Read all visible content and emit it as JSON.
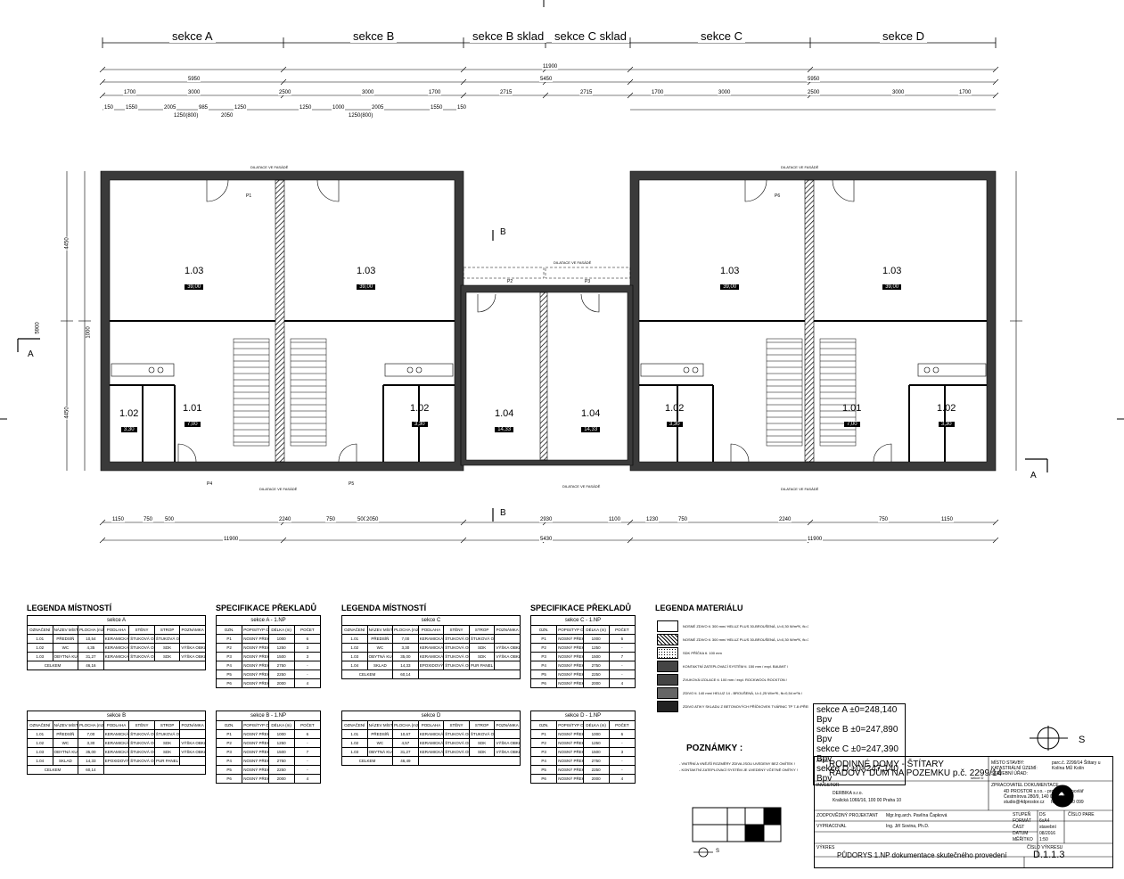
{
  "sections": [
    "sekce A",
    "sekce B",
    "sekce B sklad",
    "sekce C sklad",
    "sekce C",
    "sekce D"
  ],
  "dims": {
    "overall_top": "11900",
    "half_top": [
      "5950",
      "5450",
      "5950"
    ],
    "row3_left": [
      "1700",
      "3000",
      "2500",
      "3000",
      "1700"
    ],
    "row3_mid": [
      "2715",
      "2715"
    ],
    "row3_right": [
      "1700",
      "3000",
      "2500",
      "3000",
      "1700"
    ],
    "row4_left": [
      "150",
      "1550",
      "2005",
      "985",
      "1250",
      "1250",
      "1000",
      "2005",
      "1550",
      "150"
    ],
    "row4_sub": [
      "1250(800)",
      "2050",
      "1250(800)"
    ],
    "bottom_overall": [
      "11900",
      "5430",
      "11900"
    ],
    "bottom_row": [
      "1150",
      "750",
      "500",
      "2240",
      "750",
      "500",
      "2050",
      "2930",
      "1100",
      "1230",
      "750",
      "2240",
      "750",
      "1150"
    ],
    "left_vertical": [
      "4450",
      "5900",
      "1000",
      "4450"
    ]
  },
  "rooms": [
    {
      "num": "1.03",
      "area": "39,00"
    },
    {
      "num": "1.03",
      "area": "39,00"
    },
    {
      "num": "1.03",
      "area": "39,00"
    },
    {
      "num": "1.03",
      "area": "39,00"
    },
    {
      "num": "1.01",
      "area": "7,00"
    },
    {
      "num": "1.02",
      "area": "3,30"
    },
    {
      "num": "1.02",
      "area": "3,30"
    },
    {
      "num": "1.04",
      "area": "14,33"
    },
    {
      "num": "1.04",
      "area": "14,33"
    },
    {
      "num": "1.02",
      "area": "3,30"
    },
    {
      "num": "1.01",
      "area": "7,00"
    },
    {
      "num": "1.02",
      "area": "3,30"
    }
  ],
  "annotations": {
    "dilatace": [
      "DILATACE VE FASÁDĚ",
      "DILATACE VE FASÁDĚ",
      "DILATACE VE FASÁDĚ",
      "DILATACE VE FASÁDĚ",
      "DILATACE VE FASÁDĚ",
      "DILATACE VE FASÁDĚ"
    ],
    "lintels": [
      "P1",
      "P2",
      "P3",
      "P4",
      "P5",
      "P6"
    ],
    "section_marks": [
      "A",
      "A",
      "B",
      "B"
    ]
  },
  "legend_rooms": {
    "title": "LEGENDA MÍSTNOSTÍ",
    "headers": [
      "OZNAČENÍ",
      "NÁZEV MÍSTNOSTI",
      "PLOCHA (m2)",
      "PODLAHA",
      "STĚNY",
      "STROP",
      "POZNÁMKA"
    ],
    "tables": [
      {
        "caption": "sekce A",
        "rows": [
          [
            "1.01",
            "PŘEDSÍŇ",
            "10,54",
            "KERAMICKÁ DLAŽBA /F1/",
            "ŠTUKOVÁ OMÍTKA",
            "ŠTUKOVÁ OMÍTKA VÁPEN. SDK",
            ""
          ],
          [
            "1.02",
            "WC",
            "4,35",
            "KERAMICKÁ DLAŽBA /F1/",
            "ŠTUKOVÁ OMÍTKA KERAMICKÝ OBKLAD",
            "SDK",
            "VÝŠKA OBKLADU 2,0 m"
          ],
          [
            "1.03",
            "OBYTNÁ KUCHYNĚ",
            "31,27",
            "KERAMICKÁ DL. /F1/ LAMINÁTOVÁ /F4/",
            "ŠTUKOVÁ OMÍTKA KERAMICKÝ OBKLAD",
            "SDK",
            "VÝŠKA OBKLADU 2,0 m"
          ]
        ],
        "total": [
          "CELKEM",
          "46,16"
        ]
      },
      {
        "caption": "sekce B",
        "rows": [
          [
            "1.01",
            "PŘEDSÍŇ",
            "7,00",
            "KERAMICKÁ DLAŽBA /F1/",
            "ŠTUKOVÁ OMÍTKA",
            "ŠTUKOVÁ OMÍTKA VÁPEN. SDK",
            ""
          ],
          [
            "1.02",
            "WC",
            "3,30",
            "KERAMICKÁ DLAŽBA /F1/",
            "ŠTUKOVÁ OMÍTKA KERAMICKÝ OBKLAD",
            "SDK",
            "VÝŠKA OBKLADU 2,0 m"
          ],
          [
            "1.03",
            "OBYTNÁ KUCHYNĚ",
            "35,00",
            "KERAMICKÁ DL. /F1/ LAMINÁTOVÁ /F4/",
            "ŠTUKOVÁ OMÍTKA KERAMICKÝ OBKLAD",
            "SDK",
            "VÝŠKA OBKLADU 2,0 m"
          ],
          [
            "1.04",
            "SKLAD",
            "14,33",
            "EPOXIDOVÝ NÁTĚR /F2/",
            "ŠTUKOVÁ OMÍTKA",
            "PUR PANEL",
            ""
          ]
        ],
        "total": [
          "CELKEM",
          "60,14"
        ]
      },
      {
        "caption": "sekce C",
        "rows": [
          [
            "1.01",
            "PŘEDSÍŇ",
            "7,00",
            "KERAMICKÁ DLAŽBA /F1/",
            "ŠTUKOVÁ OMÍTKA",
            "ŠTUKOVÁ OMÍTKA VÁPEN. SDK",
            ""
          ],
          [
            "1.02",
            "WC",
            "3,30",
            "KERAMICKÁ DLAŽBA /F1/",
            "ŠTUKOVÁ OMÍTKA KERAMICKÝ OBKLAD",
            "SDK",
            "VÝŠKA OBKLADU 2,0 m"
          ],
          [
            "1.03",
            "OBYTNÁ KUCHYNĚ",
            "35,00",
            "KERAMICKÁ DL. /F1/ LAMINÁTOVÁ /F4/",
            "ŠTUKOVÁ OMÍTKA KERAMICKÝ OBKLAD",
            "SDK",
            "VÝŠKA OBKLADU 2,0 m"
          ],
          [
            "1.04",
            "SKLAD",
            "14,33",
            "EPOXIDOVÝ NÁTĚR /F2/",
            "ŠTUKOVÁ OMÍTKA",
            "PUR PANEL",
            ""
          ]
        ],
        "total": [
          "CELKEM",
          "60,14"
        ]
      },
      {
        "caption": "sekce D",
        "rows": [
          [
            "1.01",
            "PŘEDSÍŇ",
            "10,67",
            "KERAMICKÁ DLAŽBA /F1/",
            "ŠTUKOVÁ OMÍTKA",
            "ŠTUKOVÁ OMÍTKA VÁPEN. SDK",
            ""
          ],
          [
            "1.02",
            "WC",
            "4,57",
            "KERAMICKÁ DLAŽBA /F1/",
            "ŠTUKOVÁ OMÍTKA KERAMICKÝ OBKLAD",
            "SDK",
            "VÝŠKA OBKLADU 2,0 m"
          ],
          [
            "1.03",
            "OBYTNÁ KUCHYNĚ",
            "31,27",
            "KERAMICKÁ DL. /F1/ LAMINÁTOVÁ /F4/",
            "ŠTUKOVÁ OMÍTKA KERAMICKÝ OBKLAD",
            "SDK",
            "VÝŠKA OBKLADU 2,0 m"
          ]
        ],
        "total": [
          "CELKEM",
          "46,49"
        ]
      }
    ]
  },
  "legend_lintels": {
    "title": "SPECIFIKACE PŘEKLADŮ",
    "headers": [
      "OZN.",
      "POPIS/TYP OZN.",
      "DÉLKA (m)",
      "POČET"
    ],
    "tables": [
      {
        "caption": "sekce A - 1.NP",
        "rows": [
          [
            "P1",
            "NOSNÝ PŘEKLAD HELUZ 23,8",
            "1000",
            "6"
          ],
          [
            "P2",
            "NOSNÝ PŘEKLAD HELUZ 23,8",
            "1250",
            "3"
          ],
          [
            "P3",
            "NOSNÝ PŘEKLAD HELUZ 23,8",
            "1500",
            "3"
          ],
          [
            "P4",
            "NOSNÝ PŘEKLAD HELUZ 23,8",
            "2750",
            "-"
          ],
          [
            "P5",
            "NOSNÝ PŘEKLAD HELUZ 23,8",
            "2250",
            "-"
          ],
          [
            "P6",
            "NOSNÝ PŘEKLAD HELUZ 23,8",
            "2000",
            "4"
          ]
        ]
      },
      {
        "caption": "sekce B - 1.NP",
        "rows": [
          [
            "P1",
            "NOSNÝ PŘEKLAD HELUZ 23,8",
            "1000",
            "6"
          ],
          [
            "P2",
            "NOSNÝ PŘEKLAD HELUZ 23,8",
            "1250",
            "-"
          ],
          [
            "P3",
            "NOSNÝ PŘEKLAD HELUZ 23,8",
            "1500",
            "7"
          ],
          [
            "P4",
            "NOSNÝ PŘEKLAD HELUZ 23,8",
            "2750",
            "-"
          ],
          [
            "P5",
            "NOSNÝ PŘEKLAD HELUZ 23,8",
            "2250",
            "-"
          ],
          [
            "P6",
            "NOSNÝ PŘEKLAD HELUZ 23,8",
            "2000",
            "4"
          ]
        ]
      },
      {
        "caption": "sekce C - 1.NP",
        "rows": [
          [
            "P1",
            "NOSNÝ PŘEKLAD HELUZ 23,8",
            "1000",
            "6"
          ],
          [
            "P2",
            "NOSNÝ PŘEKLAD HELUZ 23,8",
            "1250",
            "-"
          ],
          [
            "P3",
            "NOSNÝ PŘEKLAD HELUZ 23,8",
            "1500",
            "7"
          ],
          [
            "P4",
            "NOSNÝ PŘEKLAD HELUZ 23,8",
            "2750",
            "-"
          ],
          [
            "P5",
            "NOSNÝ PŘEKLAD HELUZ 23,8",
            "2250",
            "-"
          ],
          [
            "P6",
            "NOSNÝ PŘEKLAD HELUZ 23,8",
            "2000",
            "4"
          ]
        ]
      },
      {
        "caption": "sekce D - 1.NP",
        "rows": [
          [
            "P1",
            "NOSNÝ PŘEKLAD HELUZ 23,8",
            "1000",
            "6"
          ],
          [
            "P2",
            "NOSNÝ PŘEKLAD HELUZ 23,8",
            "1250",
            "-"
          ],
          [
            "P3",
            "NOSNÝ PŘEKLAD HELUZ 23,8",
            "1500",
            "3"
          ],
          [
            "P4",
            "NOSNÝ PŘEKLAD HELUZ 23,8",
            "2750",
            "-"
          ],
          [
            "P5",
            "NOSNÝ PŘEKLAD HELUZ 23,8",
            "2250",
            "-"
          ],
          [
            "P6",
            "NOSNÝ PŘEKLAD HELUZ 23,8",
            "2000",
            "4"
          ]
        ]
      }
    ]
  },
  "legend_materials": {
    "title": "LEGENDA MATERIÁLU",
    "items": [
      {
        "text": "NOSNÉ ZDIVO tl. 300 mm/ HELUZ PLUS 30-BROUŠENÁ, U=0,30 W/m²K, fk=3,10 m²/k /",
        "pattern": "blank"
      },
      {
        "text": "NOSNÉ ZDIVO tl. 300 mm/ HELUZ PLUS 30-BROUŠENÁ, U=0,30 W/m²K, fk=3,10 m²/k /",
        "pattern": "hatch"
      },
      {
        "text": "SDK PŘÍČKA tl. 100 mm",
        "pattern": "dots"
      },
      {
        "text": "KONTAKTNÍ ZATEPLOVACÍ SYSTÉM tl. 150 mm / expl. BAUMIT /",
        "pattern": "dense"
      },
      {
        "text": "ZVUKOVÁ IZOLACE tl. 100 mm / expl. ROCKWOOL ROCKTON /",
        "pattern": "dense"
      },
      {
        "text": "ZDIVO tl. 140 mm/ HELUZ 14 - BROUŠENÁ, U=1,25 W/m²K, fk=0,54 m²/k /",
        "pattern": "cross"
      },
      {
        "text": "ZDIVO ATIKY SKLADU Z BETONOVÝCH PŘÍČKOVEK TVÁRNIC TP 7-8 /PŘEKLADY BETONOVÉ STANDARDNÍ SKLADOVÉ/ VÝZTUŽ Z ŽELEZOBET. VĚNCE PROVÁZÁNA A ZAPOJENA DO VÝZDIVKY ATIKY Z TP 7-8",
        "pattern": "solid"
      }
    ]
  },
  "levels": [
    "sekce A ±0=248,140 Bpv",
    "sekce B ±0=247,890 Bpv",
    "sekce C ±0=247,390 Bpv",
    "sekce D ±0=247,140 Bpv"
  ],
  "notes": {
    "title": "POZNÁMKY :",
    "items": [
      "- VNITŘNÍ A VNĚJŠÍ ROZMĚRY ZDIVA JSOU UVEDENY BEZ OMÍTEK !",
      "- KONTAKTNÍ ZATEPLOVACÍ SYSTÉM JE UVEDENÝ VČETNĚ OMÍTKY !"
    ]
  },
  "north_label": "S",
  "scale_label": "S",
  "title_block": {
    "akce_label": "AKCE",
    "akce_line1": "RODINNÉ DOMY - ŠTÍTARY",
    "akce_line2": "ŘADOVÝ DŮM NA POZEMKU p.č. 2299/14",
    "akce_line3": "sekce D",
    "misto_label": "MÍSTO STAVBY: KATASTRÁLNÍ ÚZEMÍ: STAVEBNÍ ÚŘAD:",
    "misto_value": "parc.č. 2299/14 Štítary u Kolína MÚ Kolín",
    "investor_label": "INVESTOR",
    "investor_value": "DERBIKA s.r.o.",
    "investor_addr": "Kralická 1066/16, 100 00 Praha 10",
    "zpracovatel_label": "ZPRACOVATEL DOKUMENTACE",
    "zpracovatel_value": "4D PROSTOR s.r.o. - projekční kancelář",
    "zpracovatel_addr": "Čestmírova 280/9, 140 00 Praha 4",
    "zpracovatel_mail": "studio@4dprostor.cz",
    "zpracovatel_ico": "IČO: 242 60 099",
    "projektant_label": "ZODPOVĚDNÝ PROJEKTANT",
    "projektant_value": "Mgr.Ing.arch. Pavlína Čapková",
    "vypracoval_label": "VYPRACOVAL",
    "vypracoval_value": "Ing. Jiří Sovina, Ph.D.",
    "params_labels": [
      "STUPEŇ",
      "FORMÁT",
      "ČÁST",
      "DATUM",
      "MĚŘÍTKO"
    ],
    "params_values": [
      "DS",
      "6xA4",
      "stavební",
      "08/2016",
      "1:50"
    ],
    "cislo_pare_label": "ČÍSLO PARE",
    "vykres_label": "VÝKRES",
    "vykres_value": "PŮDORYS 1.NP  dokumentace skutečného provedení",
    "cislo_vykresu_label": "ČÍSLO VÝKRESU",
    "cislo_vykresu_value": "D.1.1.3"
  },
  "colors": {
    "ink": "#000000",
    "paper": "#ffffff",
    "wall": "#3a3a3a"
  }
}
